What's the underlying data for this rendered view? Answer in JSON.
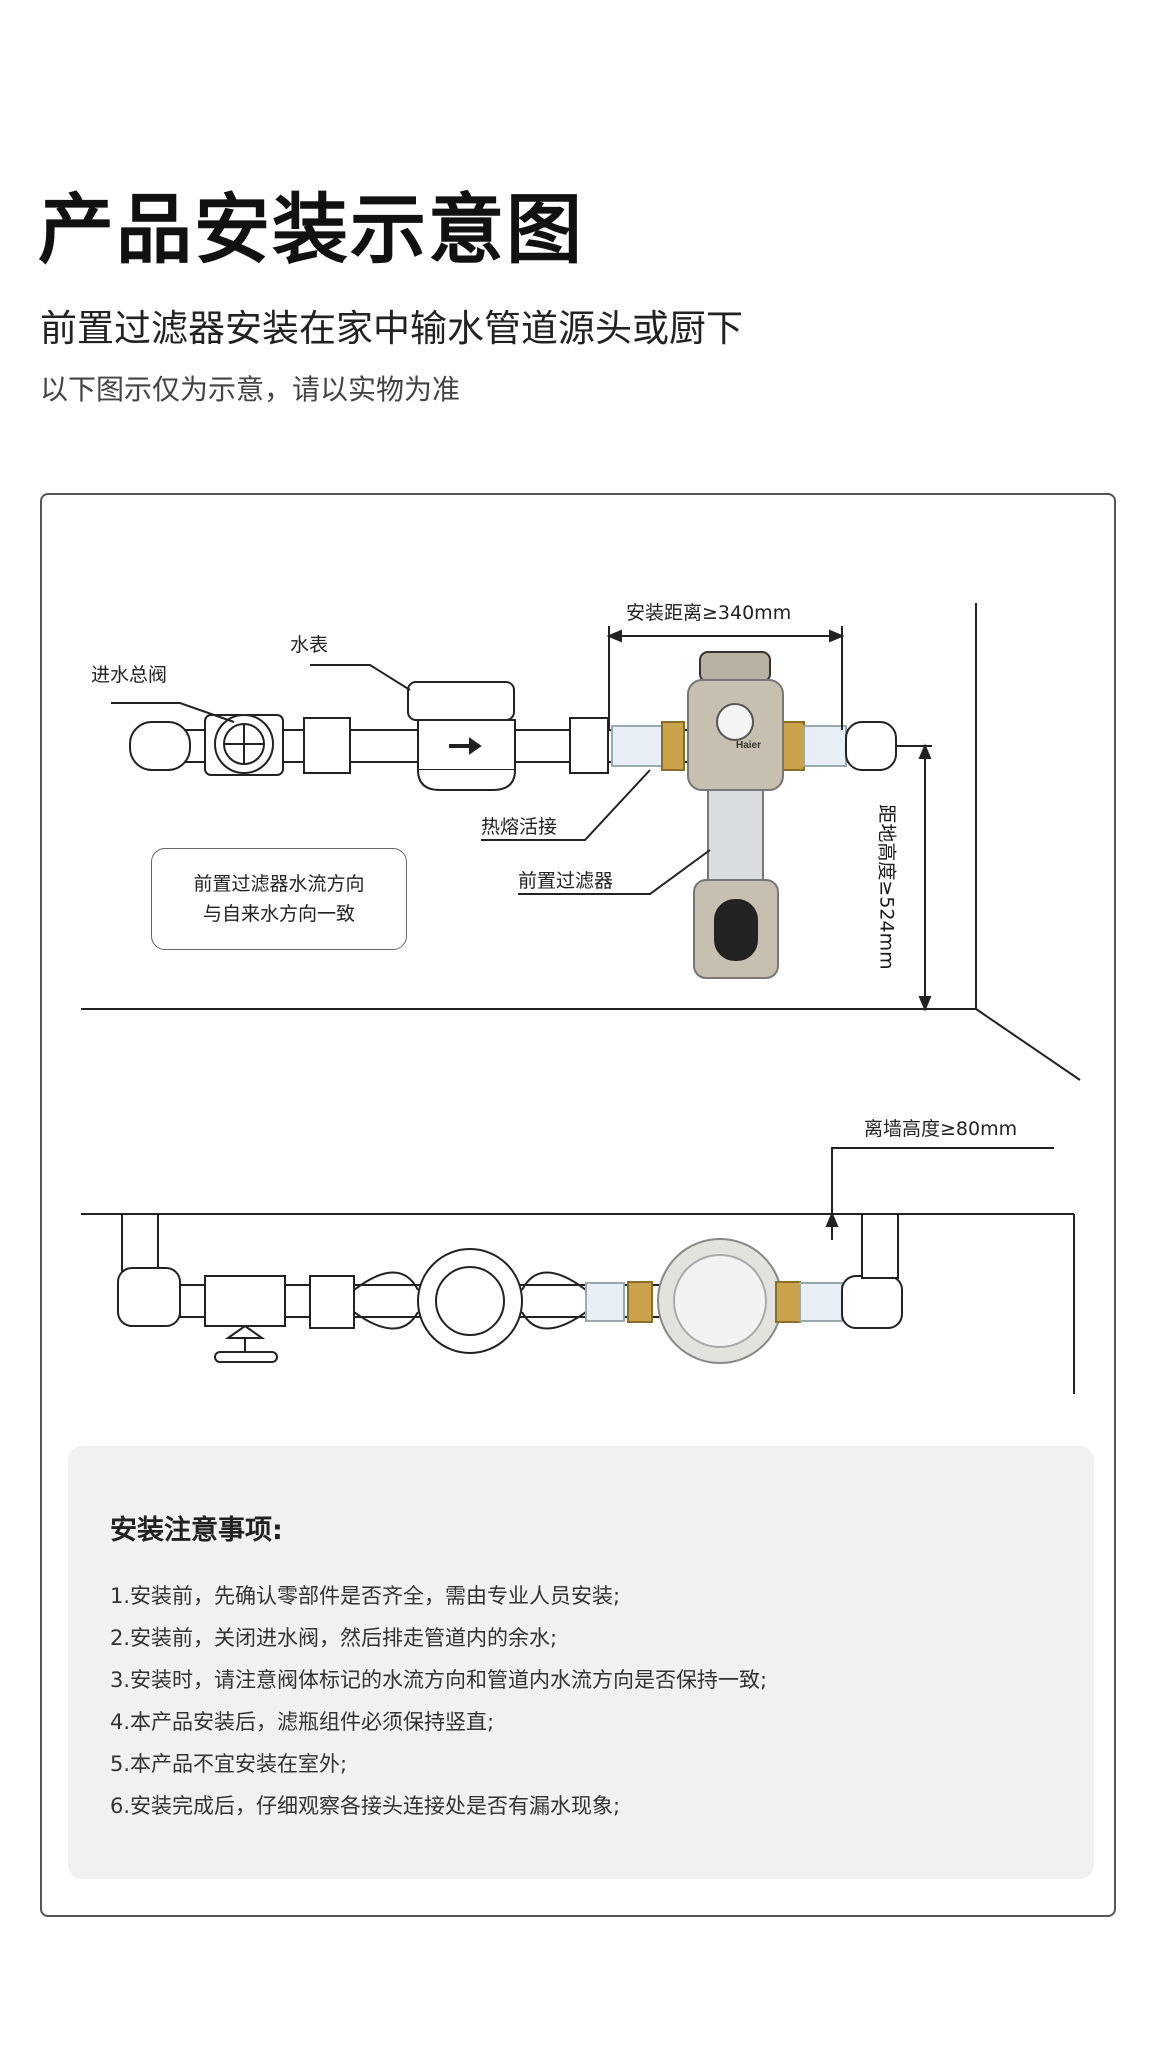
{
  "header": {
    "title": "产品安装示意图",
    "subtitle": "前置过滤器安装在家中输水管道源头或厨下",
    "disclaimer": "以下图示仅为示意，请以实物为准"
  },
  "diagram": {
    "labels": {
      "main_valve": "进水总阀",
      "water_meter": "水表",
      "fusion_union": "热熔活接",
      "pre_filter": "前置过滤器",
      "install_distance": "安装距离≥340mm",
      "floor_height": "距地高度≥524mm",
      "wall_distance": "离墙高度≥80mm",
      "brand": "Haier"
    },
    "flow_note": [
      "前置过滤器水流方向",
      "与自来水方向一致"
    ]
  },
  "notes": {
    "title": "安装注意事项:",
    "items": [
      "1.安装前，先确认零部件是否齐全，需由专业人员安装;",
      "2.安装前，关闭进水阀，然后排走管道内的余水;",
      "3.安装时，请注意阀体标记的水流方向和管道内水流方向是否保持一致;",
      "4.本产品安装后，滤瓶组件必须保持竖直;",
      "5.本产品不宜安装在室外;",
      "6.安装完成后，仔细观察各接头连接处是否有漏水现象;"
    ]
  }
}
